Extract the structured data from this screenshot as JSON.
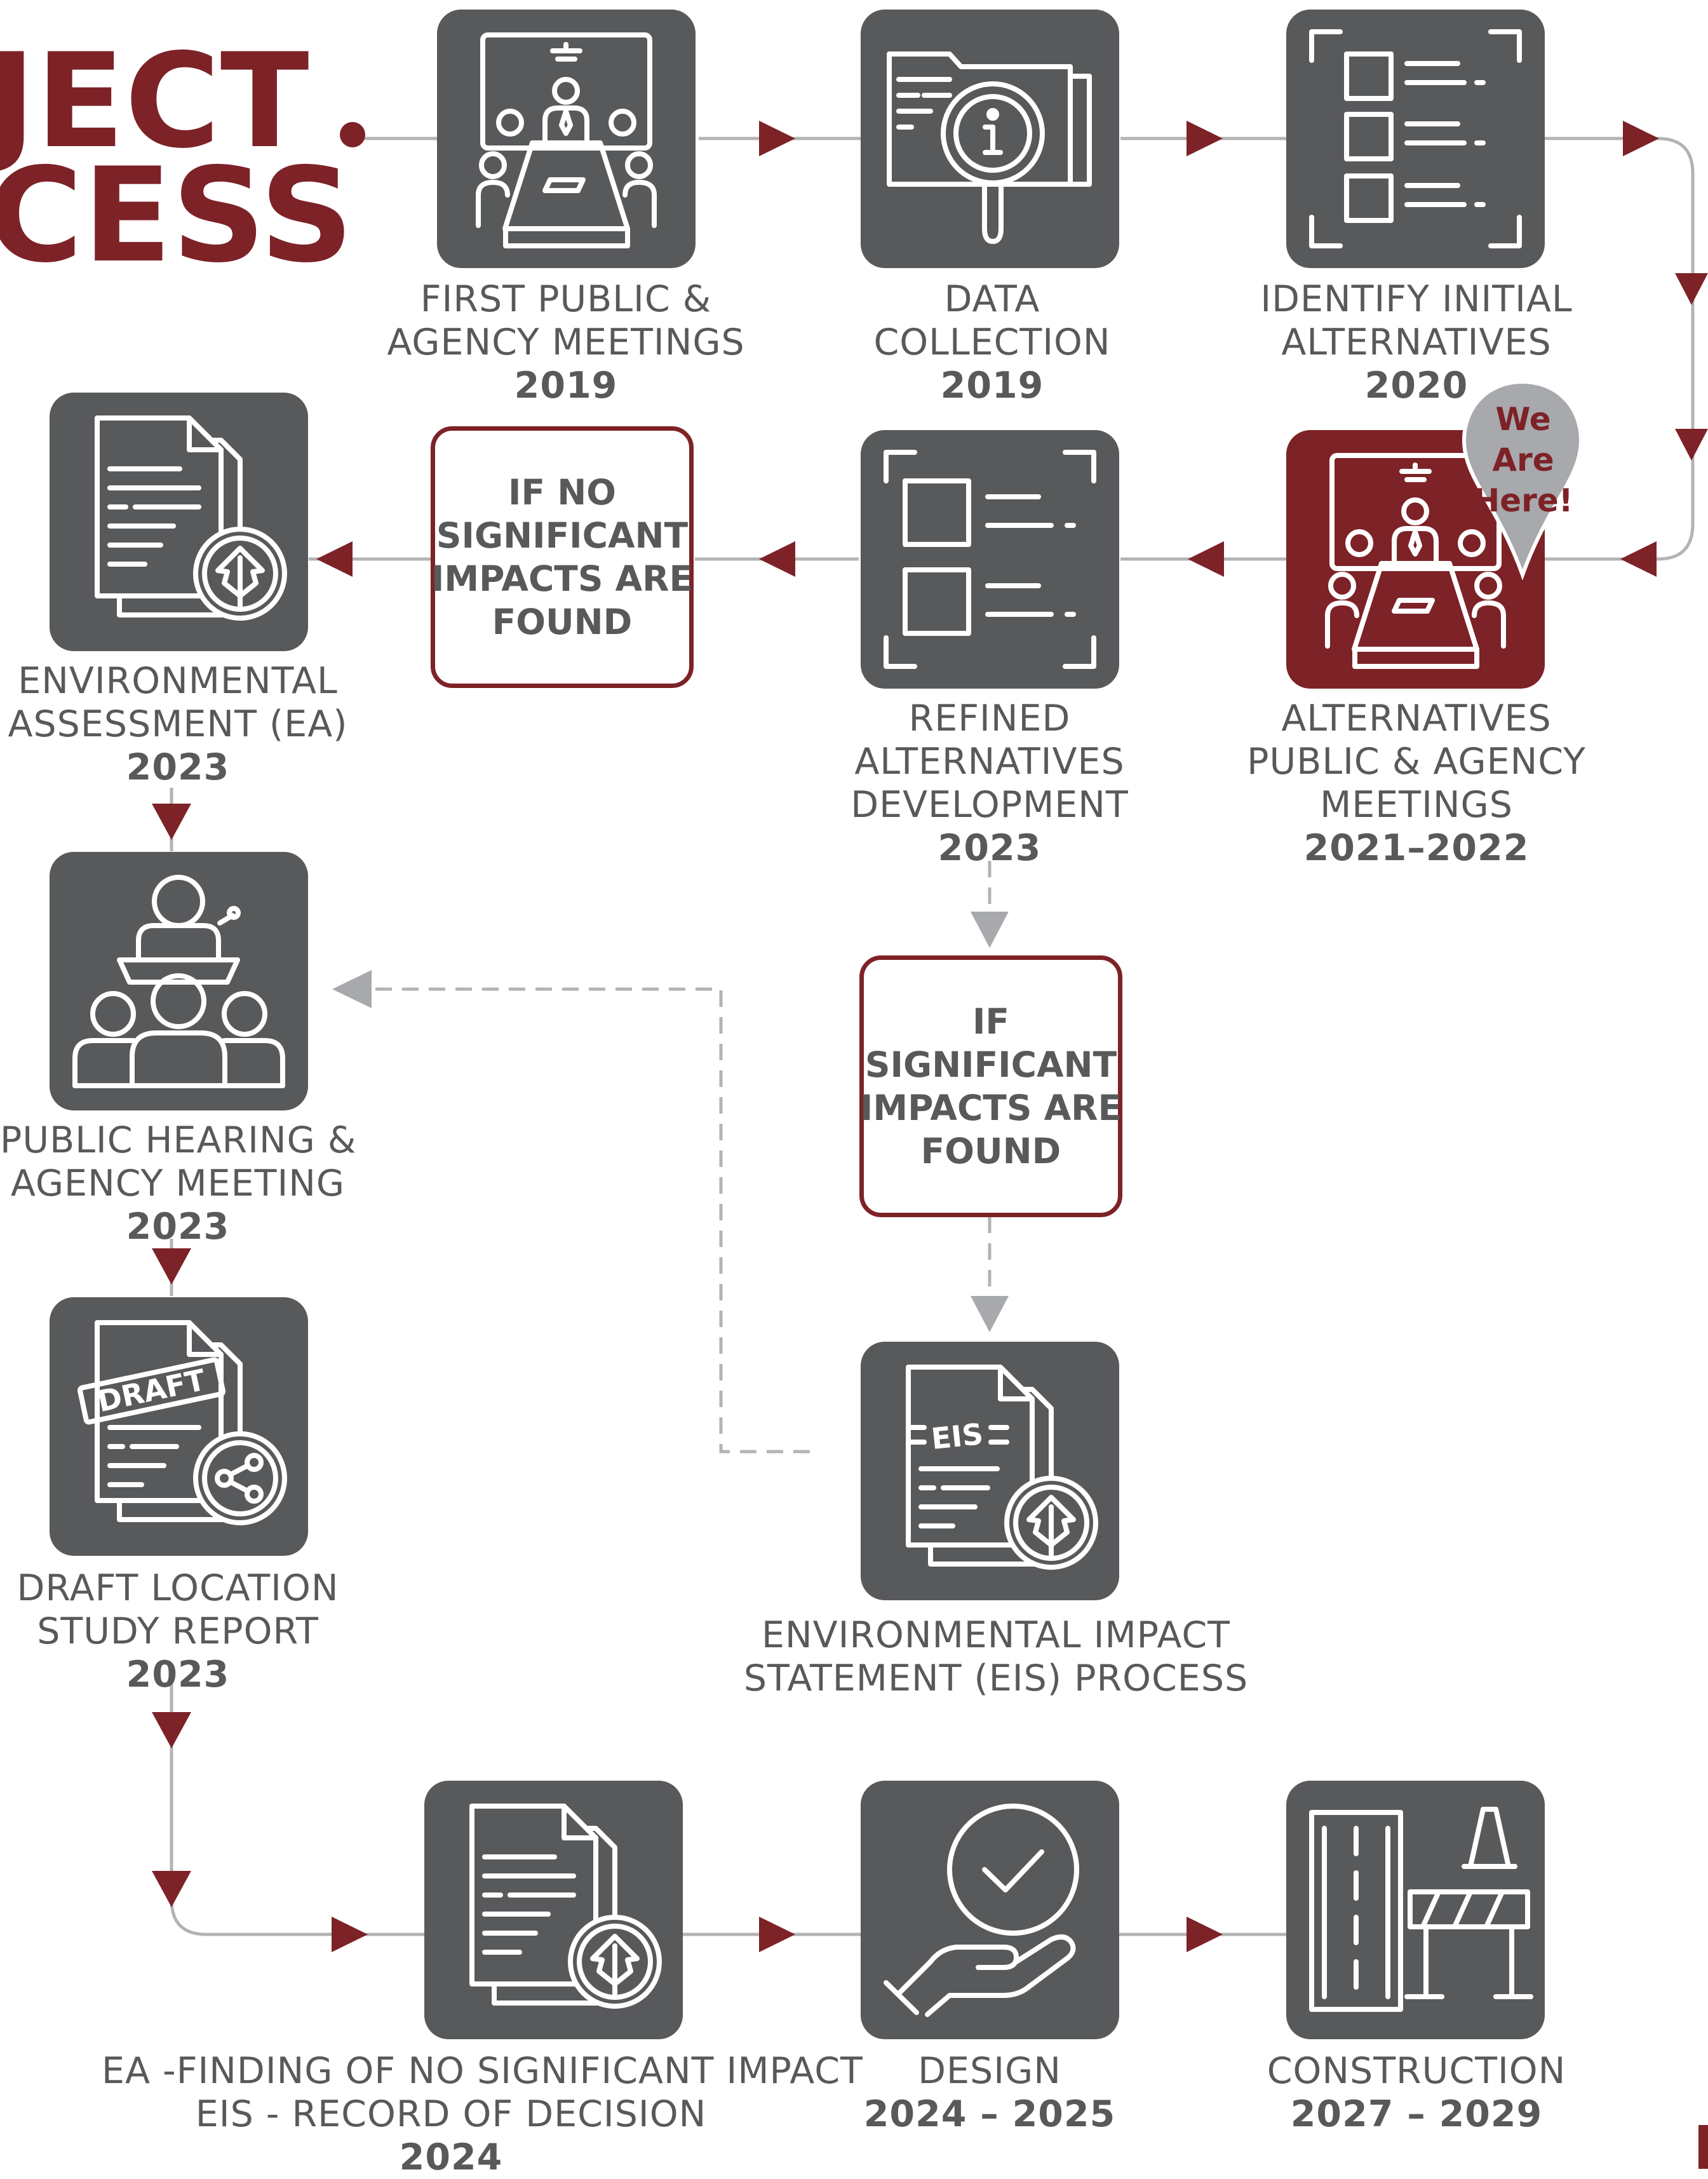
{
  "title": {
    "line1": "JECT",
    "line2": "CESS"
  },
  "steps": [
    {
      "lines": [
        "FIRST PUBLIC &",
        "AGENCY MEETINGS"
      ],
      "year": "2019",
      "icon": "meeting-icon"
    },
    {
      "lines": [
        "DATA",
        "COLLECTION"
      ],
      "year": "2019",
      "icon": "data-search-icon"
    },
    {
      "lines": [
        "IDENTIFY INITIAL",
        "ALTERNATIVES"
      ],
      "year": "2020",
      "icon": "checklist-icon"
    },
    {
      "lines": [
        "ALTERNATIVES",
        "PUBLIC & AGENCY",
        "MEETINGS"
      ],
      "year": "2021–2022",
      "icon": "meeting-icon",
      "highlighted": true
    },
    {
      "lines": [
        "REFINED",
        "ALTERNATIVES",
        "DEVELOPMENT"
      ],
      "year": "2023",
      "icon": "checklist-icon"
    },
    {
      "lines": [
        "ENVIRONMENTAL",
        "ASSESSMENT (EA)"
      ],
      "year": "2023",
      "icon": "environmental-document-icon"
    },
    {
      "lines": [
        "PUBLIC HEARING &",
        "AGENCY MEETING"
      ],
      "year": "2023",
      "icon": "public-hearing-icon"
    },
    {
      "lines": [
        "DRAFT LOCATION",
        "STUDY REPORT"
      ],
      "year": "2023",
      "icon": "draft-share-icon"
    },
    {
      "lines": [
        "ENVIRONMENTAL IMPACT",
        "STATEMENT (EIS) PROCESS"
      ],
      "year": "",
      "icon": "eis-document-icon"
    },
    {
      "lines": [
        "EA -FINDING OF NO SIGNIFICANT IMPACT",
        "EIS - RECORD OF DECISION"
      ],
      "year": "2024",
      "icon": "environmental-document-icon"
    },
    {
      "lines": [
        "DESIGN"
      ],
      "year": "2024 – 2025",
      "icon": "approval-hand-icon"
    },
    {
      "lines": [
        "CONSTRUCTION"
      ],
      "year": "2027 – 2029",
      "icon": "road-barrier-icon"
    }
  ],
  "conditions": {
    "no_impacts": [
      "IF NO",
      "SIGNIFICANT",
      "IMPACTS ARE",
      "FOUND"
    ],
    "impacts": [
      "IF",
      "SIGNIFICANT",
      "IMPACTS ARE",
      "FOUND"
    ]
  },
  "marker": {
    "line1": "We Are",
    "line2": "Here!"
  },
  "icon_texts": {
    "draft": "DRAFT",
    "eis": "EIS"
  },
  "colors": {
    "brand": "#7d2227",
    "box": "#58595b",
    "connector": "#b3b3b3",
    "marker": "#a7a9ac"
  }
}
